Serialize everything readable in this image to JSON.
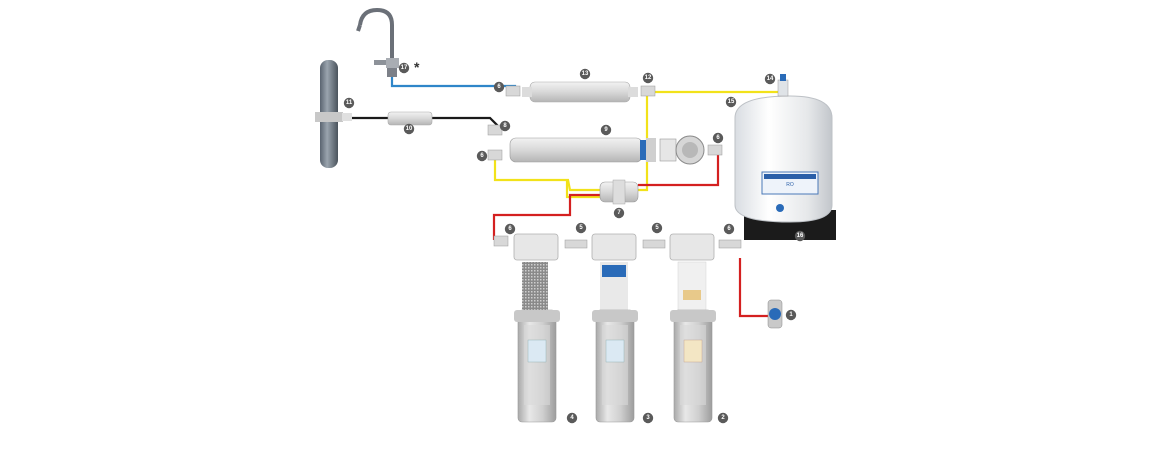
{
  "diagram": {
    "labels": [
      {
        "id": "1",
        "text": "1"
      },
      {
        "id": "2",
        "text": "2"
      },
      {
        "id": "3",
        "text": "3"
      },
      {
        "id": "4",
        "text": "4"
      },
      {
        "id": "5a",
        "text": "5"
      },
      {
        "id": "5b",
        "text": "5"
      },
      {
        "id": "6a",
        "text": "6"
      },
      {
        "id": "6b",
        "text": "6"
      },
      {
        "id": "6c",
        "text": "6"
      },
      {
        "id": "6d",
        "text": "6"
      },
      {
        "id": "6e",
        "text": "6"
      },
      {
        "id": "7",
        "text": "7"
      },
      {
        "id": "8",
        "text": "8"
      },
      {
        "id": "9",
        "text": "9"
      },
      {
        "id": "10",
        "text": "10"
      },
      {
        "id": "11",
        "text": "11"
      },
      {
        "id": "12",
        "text": "12"
      },
      {
        "id": "13",
        "text": "13"
      },
      {
        "id": "14",
        "text": "14"
      },
      {
        "id": "15",
        "text": "15"
      },
      {
        "id": "16",
        "text": "16"
      },
      {
        "id": "17",
        "text": "17"
      }
    ],
    "faucet_mark": "*",
    "pipe_colors": {
      "feed": "#d42020",
      "product": "#f2e21a",
      "drain": "#1a1a1a",
      "faucet": "#2f86c9"
    },
    "tank_label": "RO"
  }
}
